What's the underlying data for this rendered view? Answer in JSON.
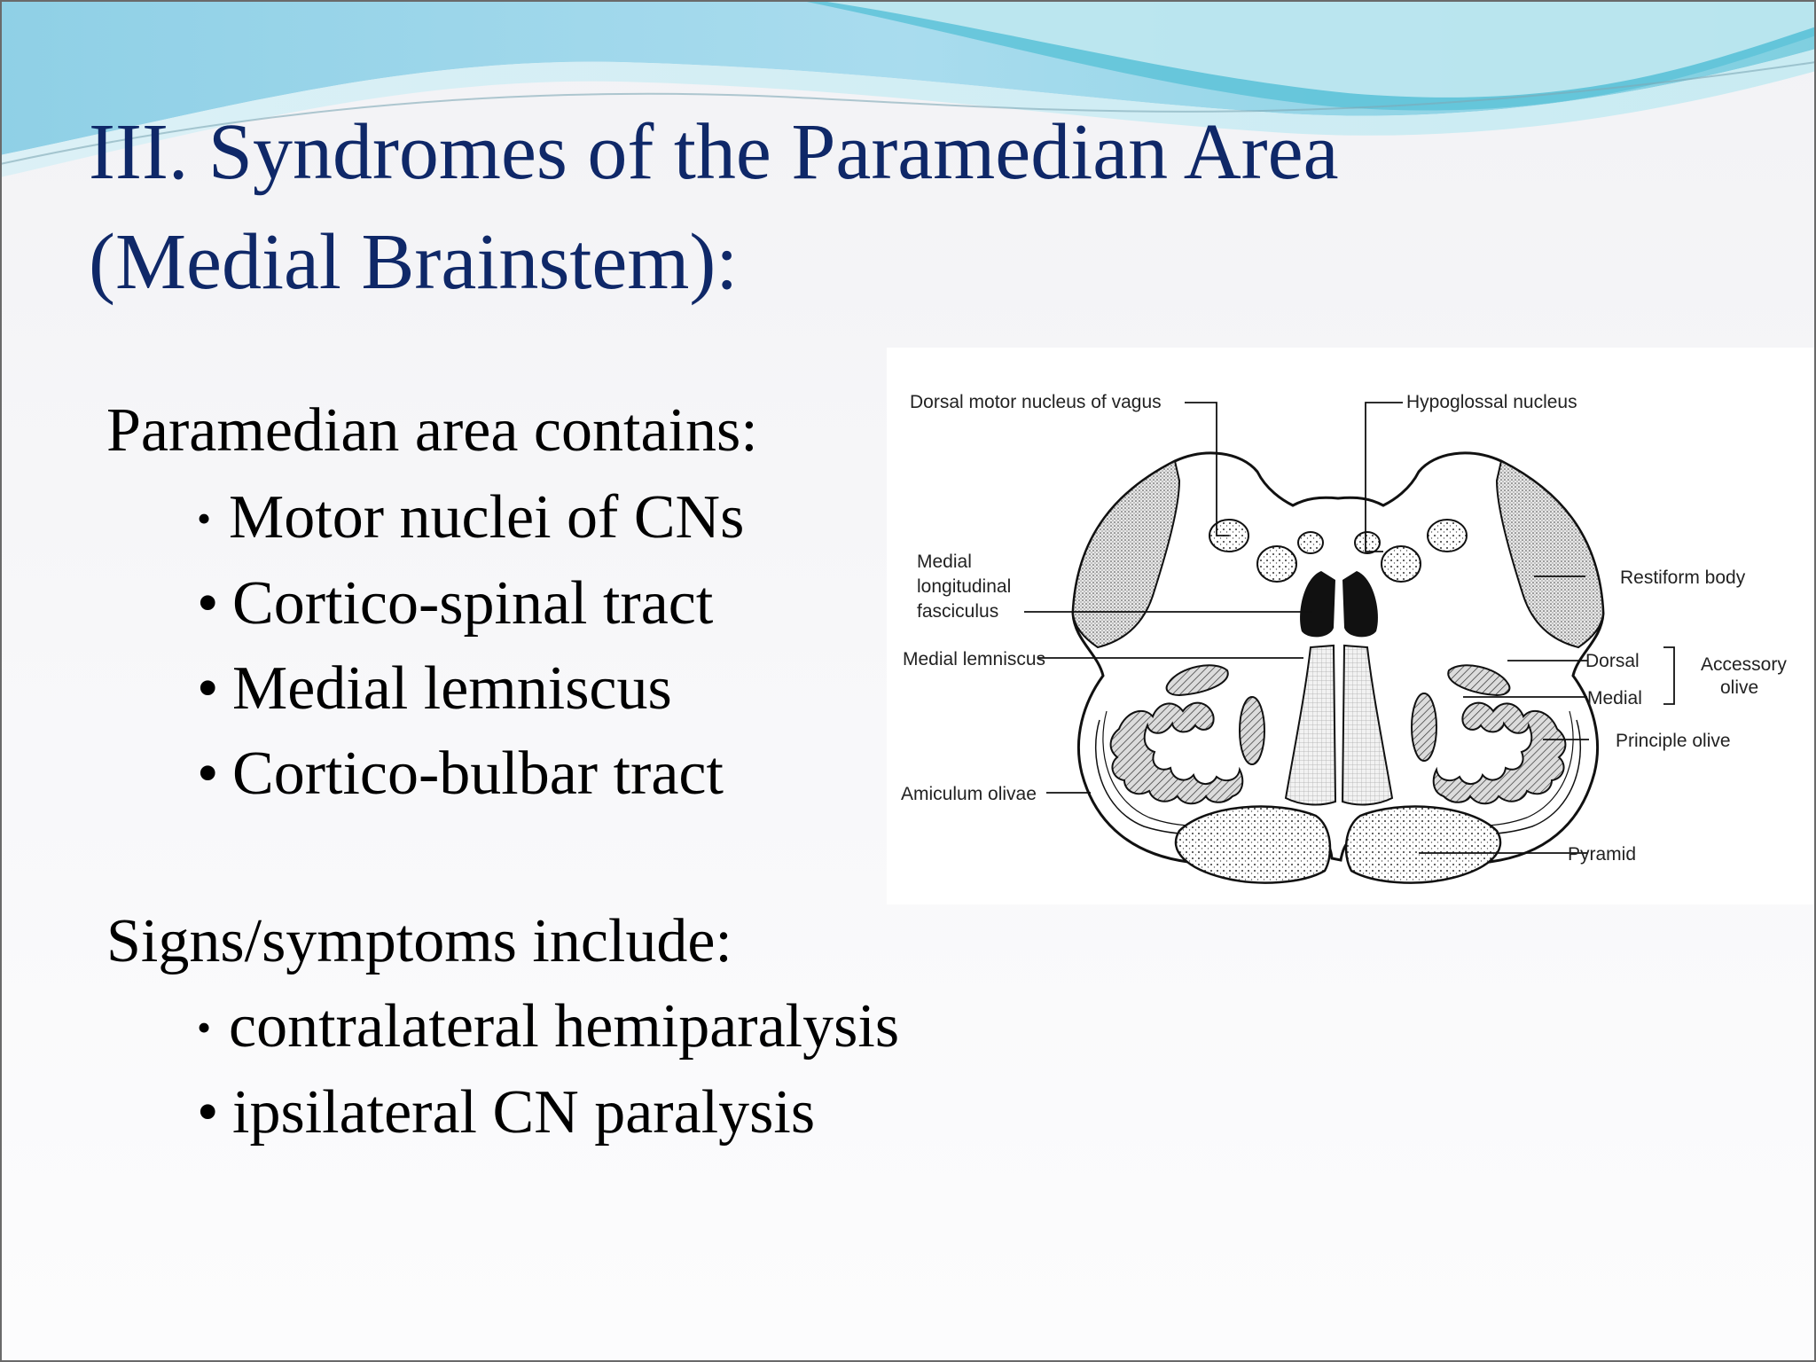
{
  "slide": {
    "title_line1": "III. Syndromes of the Paramedian Area",
    "title_line2": "(Medial Brainstem):",
    "contains": {
      "heading": "Paramedian area contains:",
      "items": [
        "Motor nuclei of CNs",
        "Cortico-spinal tract",
        "Medial lemniscus",
        "Cortico-bulbar tract"
      ]
    },
    "signs": {
      "heading": "Signs/symptoms include:",
      "items": [
        "contralateral hemiparalysis",
        "ipsilateral CN paralysis"
      ]
    }
  },
  "diagram": {
    "labels": {
      "dorsal_motor_nucleus": "Dorsal motor nucleus of vagus",
      "hypoglossal_nucleus": "Hypoglossal nucleus",
      "mlf_line1": "Medial",
      "mlf_line2": "longitudinal",
      "mlf_line3": "fasciculus",
      "restiform_body": "Restiform body",
      "medial_lemniscus": "Medial lemniscus",
      "dorsal": "Dorsal",
      "medial": "Medial",
      "accessory_line1": "Accessory",
      "accessory_line2": "olive",
      "principle_olive": "Principle olive",
      "amiculum_olivae": "Amiculum olivae",
      "pyramid": "Pyramid"
    }
  },
  "colors": {
    "title": "#0f2868",
    "text": "#000000",
    "wave_light": "#bfe6ef",
    "wave_dark": "#5ec3d8"
  }
}
